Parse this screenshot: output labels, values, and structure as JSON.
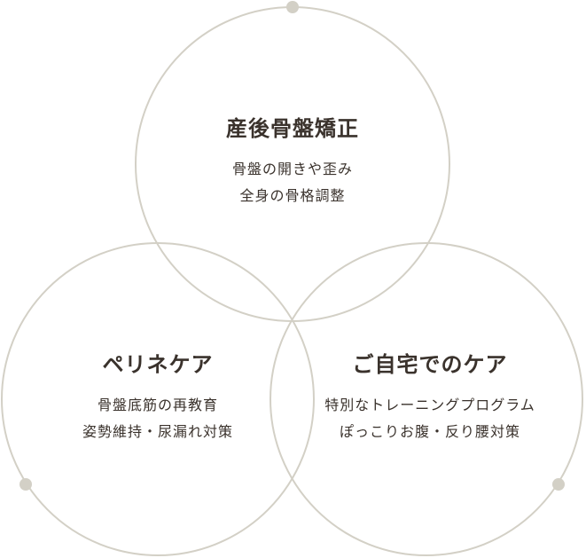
{
  "colors": {
    "circle_stroke": "#d3d0c6",
    "dot_fill": "#d3d0c6",
    "text": "#3a322c"
  },
  "circles": [
    {
      "id": "top",
      "title": "産後骨盤矯正",
      "lines": [
        "骨盤の開きや歪み",
        "全身の骨格調整"
      ]
    },
    {
      "id": "bottom-left",
      "title": "ペリネケア",
      "lines": [
        "骨盤底筋の再教育",
        "姿勢維持・尿漏れ対策"
      ]
    },
    {
      "id": "bottom-right",
      "title": "ご自宅でのケア",
      "lines": [
        "特別なトレーニングプログラム",
        "ぽっこりお腹・反り腰対策"
      ]
    }
  ]
}
